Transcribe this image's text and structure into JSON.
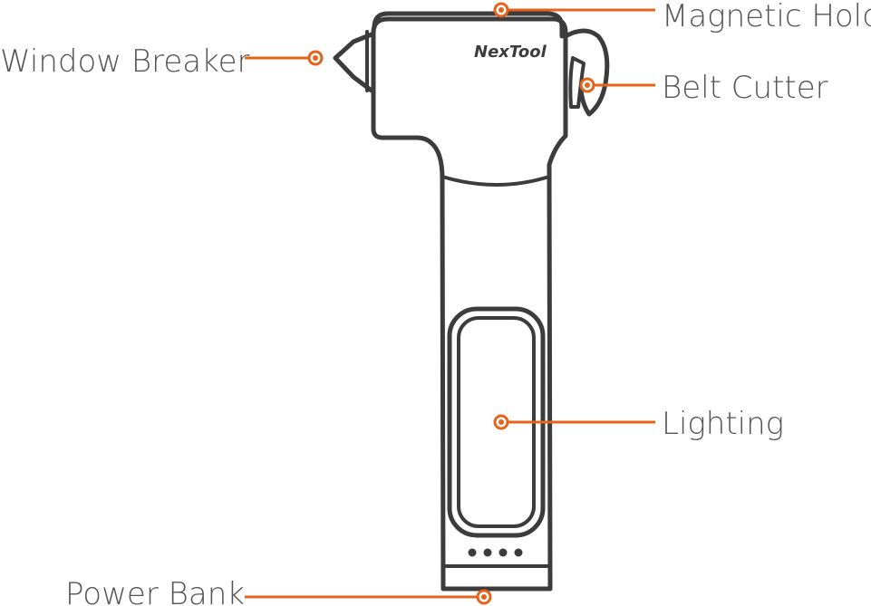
{
  "brand": "NexTool",
  "labels": {
    "magnetic_hold": "Magnetic Hold",
    "window_breaker": "Window Breaker",
    "belt_cutter": "Belt Cutter",
    "lighting": "Lighting",
    "power_bank": "Power Bank"
  },
  "colors": {
    "accent": "#e4641c",
    "outline": "#3c3c3c",
    "text": "#555555"
  }
}
